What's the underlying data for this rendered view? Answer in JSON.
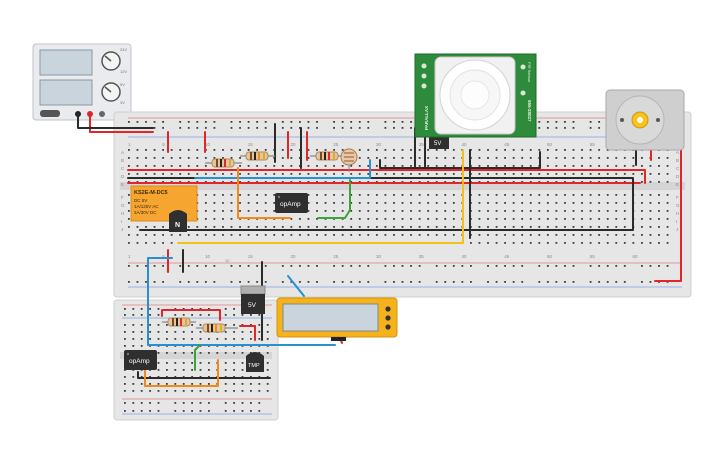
{
  "breadboard_main": {
    "column_numbers": [
      "1",
      "5",
      "10",
      "15",
      "20",
      "25",
      "30",
      "35",
      "40",
      "45",
      "50",
      "55",
      "60"
    ],
    "row_letters_top": [
      "A",
      "B",
      "C",
      "D",
      "E"
    ],
    "row_letters_bottom": [
      "F",
      "G",
      "H",
      "I",
      "J"
    ]
  },
  "breadboard_small": {
    "column_numbers": [
      "10",
      "15",
      "20"
    ]
  },
  "power_supply": {
    "output_labels": [
      "24V",
      "12V",
      "5V",
      "3V"
    ],
    "display_a": "",
    "display_b": ""
  },
  "relay": {
    "model": "KS2E-M-DC5",
    "spec_lines": [
      "DC 5V",
      "1A/125V AC",
      "2A/30V DC"
    ]
  },
  "components": {
    "transistor_label": "N",
    "opamp_main_label": "opAmp",
    "opamp_small_label": "opAmp",
    "regulator_main_label": "5V",
    "regulator_small_label": "5V",
    "temp_sensor_label": "TMP"
  },
  "pir_sensor": {
    "label_left": "PARALLAX",
    "label_right": "555-28027",
    "label_top": "PIR Sensor"
  },
  "colors": {
    "wire_red": "#e0252b",
    "wire_black": "#2b2b2b",
    "wire_blue": "#2a8fd1",
    "wire_orange": "#f08a1a",
    "wire_green": "#3aa33a",
    "wire_yellow": "#f3c21a",
    "relay_orange": "#f7a531",
    "pir_green": "#2e8b3b",
    "lcd_frame": "#f5b21a"
  }
}
